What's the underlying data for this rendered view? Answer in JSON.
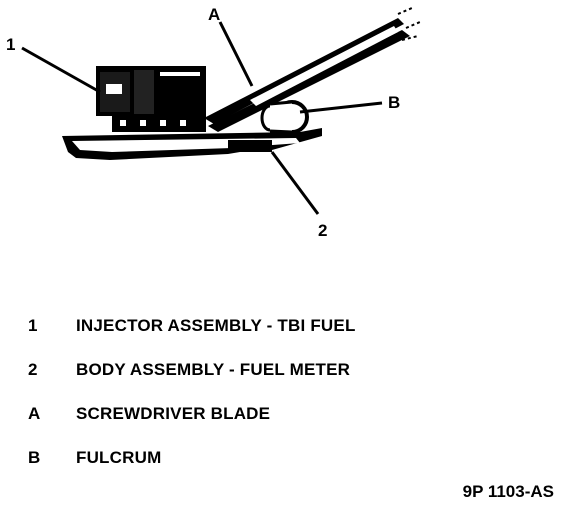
{
  "callouts": {
    "one": "1",
    "two": "2",
    "a": "A",
    "b": "B"
  },
  "legend": [
    {
      "key": "1",
      "text": "INJECTOR ASSEMBLY - TBI FUEL"
    },
    {
      "key": "2",
      "text": "BODY ASSEMBLY - FUEL METER"
    },
    {
      "key": "A",
      "text": "SCREWDRIVER BLADE"
    },
    {
      "key": "B",
      "text": "FULCRUM"
    }
  ],
  "figure_id": "9P 1103-AS"
}
